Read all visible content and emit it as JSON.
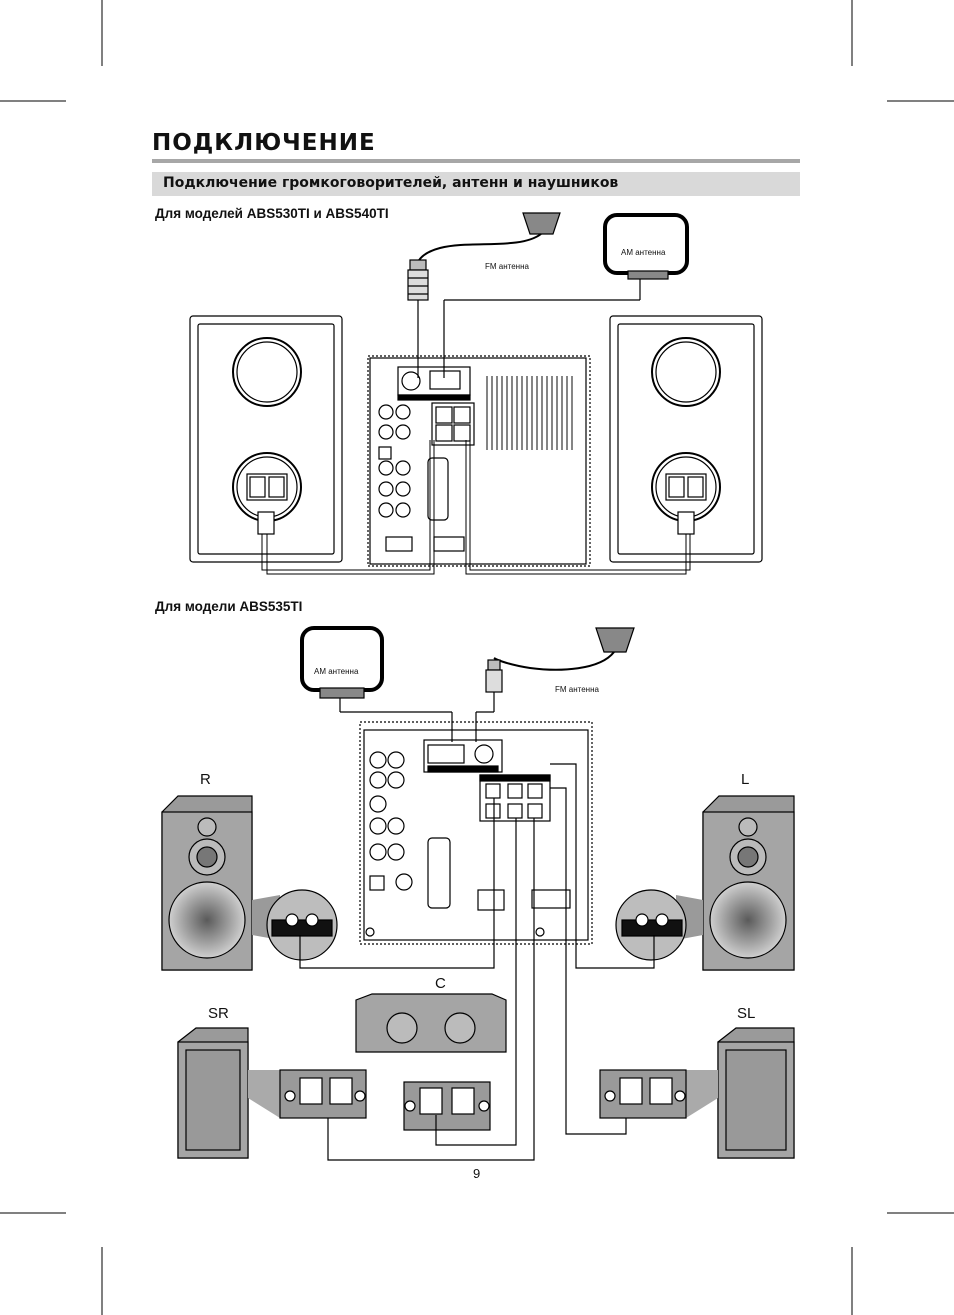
{
  "page": {
    "title": "ПОДКЛЮЧЕНИЕ",
    "section": "Подключение громкоговорителей, антенн и наушников",
    "number": "9"
  },
  "diagram1": {
    "heading": "Для моделей ABS530TI и ABS540TI",
    "fm_label": "FM антенна",
    "am_label": "AM  антенна"
  },
  "diagram2": {
    "heading": "Для модели ABS535TI",
    "fm_label": "FM антенна",
    "am_label": "AM  антенна",
    "speakers": {
      "right": "R",
      "left": "L",
      "center": "C",
      "surround_right": "SR",
      "surround_left": "SL"
    }
  }
}
